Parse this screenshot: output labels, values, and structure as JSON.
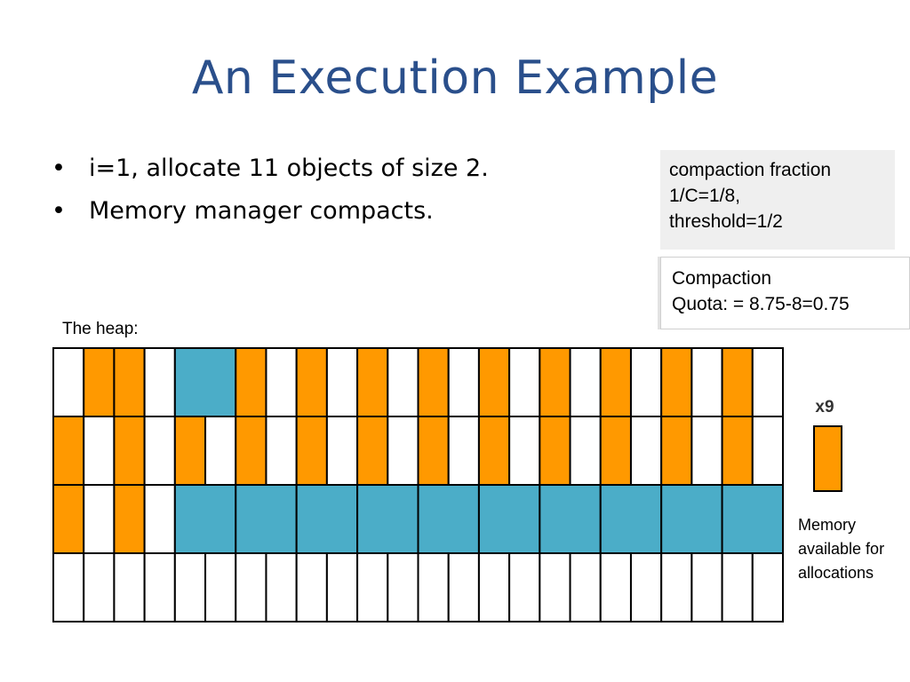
{
  "slide": {
    "title": "An Execution Example",
    "bullets": [
      "i=1, allocate 11 objects of size 2.",
      "Memory manager compacts."
    ]
  },
  "info_box": {
    "line1": "compaction fraction",
    "line2": "1/C=1/8,",
    "line3": "threshold=1/2"
  },
  "quota_box": {
    "line1": "Compaction",
    "line2": "Quota: = 8.75-8=0.75"
  },
  "heap": {
    "label": "The heap:",
    "columns": 24,
    "colors": {
      "empty": "#ffffff",
      "orange": "#ff9900",
      "blue": "#4badc8",
      "border": "#000000"
    },
    "rows": [
      [
        [
          1,
          "empty"
        ],
        [
          1,
          "orange"
        ],
        [
          1,
          "orange"
        ],
        [
          1,
          "empty"
        ],
        [
          2,
          "blue"
        ],
        [
          1,
          "orange"
        ],
        [
          1,
          "empty"
        ],
        [
          1,
          "orange"
        ],
        [
          1,
          "empty"
        ],
        [
          1,
          "orange"
        ],
        [
          1,
          "empty"
        ],
        [
          1,
          "orange"
        ],
        [
          1,
          "empty"
        ],
        [
          1,
          "orange"
        ],
        [
          1,
          "empty"
        ],
        [
          1,
          "orange"
        ],
        [
          1,
          "empty"
        ],
        [
          1,
          "orange"
        ],
        [
          1,
          "empty"
        ],
        [
          1,
          "orange"
        ],
        [
          1,
          "empty"
        ],
        [
          1,
          "orange"
        ],
        [
          1,
          "empty"
        ]
      ],
      [
        [
          1,
          "orange"
        ],
        [
          1,
          "empty"
        ],
        [
          1,
          "orange"
        ],
        [
          1,
          "empty"
        ],
        [
          1,
          "orange"
        ],
        [
          1,
          "empty"
        ],
        [
          1,
          "orange"
        ],
        [
          1,
          "empty"
        ],
        [
          1,
          "orange"
        ],
        [
          1,
          "empty"
        ],
        [
          1,
          "orange"
        ],
        [
          1,
          "empty"
        ],
        [
          1,
          "orange"
        ],
        [
          1,
          "empty"
        ],
        [
          1,
          "orange"
        ],
        [
          1,
          "empty"
        ],
        [
          1,
          "orange"
        ],
        [
          1,
          "empty"
        ],
        [
          1,
          "orange"
        ],
        [
          1,
          "empty"
        ],
        [
          1,
          "orange"
        ],
        [
          1,
          "empty"
        ],
        [
          1,
          "orange"
        ],
        [
          1,
          "empty"
        ]
      ],
      [
        [
          1,
          "orange"
        ],
        [
          1,
          "empty"
        ],
        [
          1,
          "orange"
        ],
        [
          1,
          "empty"
        ],
        [
          2,
          "blue"
        ],
        [
          2,
          "blue"
        ],
        [
          2,
          "blue"
        ],
        [
          2,
          "blue"
        ],
        [
          2,
          "blue"
        ],
        [
          2,
          "blue"
        ],
        [
          2,
          "blue"
        ],
        [
          2,
          "blue"
        ],
        [
          2,
          "blue"
        ],
        [
          2,
          "blue"
        ]
      ],
      [
        [
          1,
          "empty"
        ],
        [
          1,
          "empty"
        ],
        [
          1,
          "empty"
        ],
        [
          1,
          "empty"
        ],
        [
          1,
          "empty"
        ],
        [
          1,
          "empty"
        ],
        [
          1,
          "empty"
        ],
        [
          1,
          "empty"
        ],
        [
          1,
          "empty"
        ],
        [
          1,
          "empty"
        ],
        [
          1,
          "empty"
        ],
        [
          1,
          "empty"
        ],
        [
          1,
          "empty"
        ],
        [
          1,
          "empty"
        ],
        [
          1,
          "empty"
        ],
        [
          1,
          "empty"
        ],
        [
          1,
          "empty"
        ],
        [
          1,
          "empty"
        ],
        [
          1,
          "empty"
        ],
        [
          1,
          "empty"
        ],
        [
          1,
          "empty"
        ],
        [
          1,
          "empty"
        ],
        [
          1,
          "empty"
        ],
        [
          1,
          "empty"
        ]
      ]
    ]
  },
  "memory_available": {
    "badge": "x9",
    "label_lines": [
      "Memory",
      "available for",
      "allocations"
    ],
    "color": "#ff9900"
  }
}
